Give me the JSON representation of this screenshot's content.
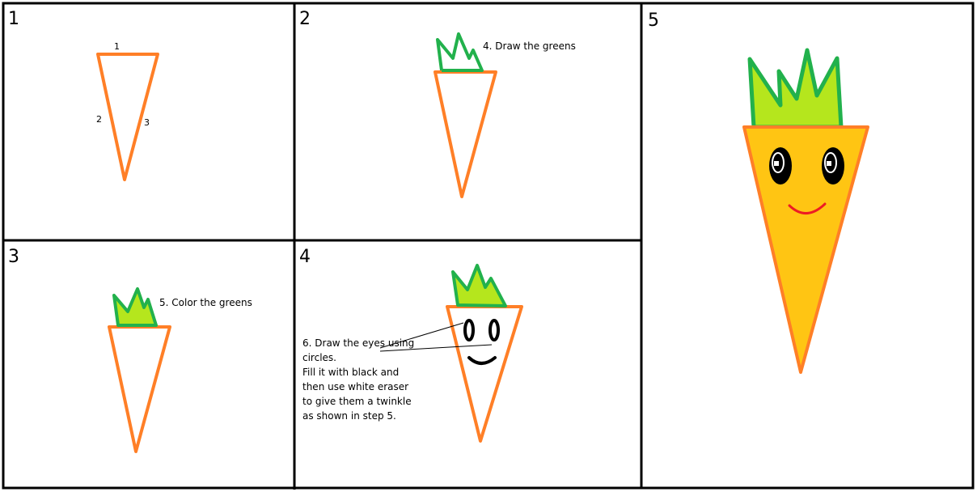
{
  "colors": {
    "orange": "#FF7F27",
    "green_outline": "#22B14C",
    "green_fill": "#B5E61D",
    "carrot_fill": "#FFC513",
    "smile": "#ED1C24"
  },
  "panels": [
    {
      "number": "1",
      "side_labels": [
        "1",
        "2",
        "3"
      ]
    },
    {
      "number": "2",
      "note": "4. Draw the greens"
    },
    {
      "number": "3",
      "note": "5. Color the greens"
    },
    {
      "number": "4",
      "note_lines": [
        "6. Draw the eyes using",
        "circles.",
        "Fill it with black and",
        "then use white eraser",
        "to give them a twinkle",
        "as shown in step 5."
      ]
    },
    {
      "number": "5"
    }
  ]
}
